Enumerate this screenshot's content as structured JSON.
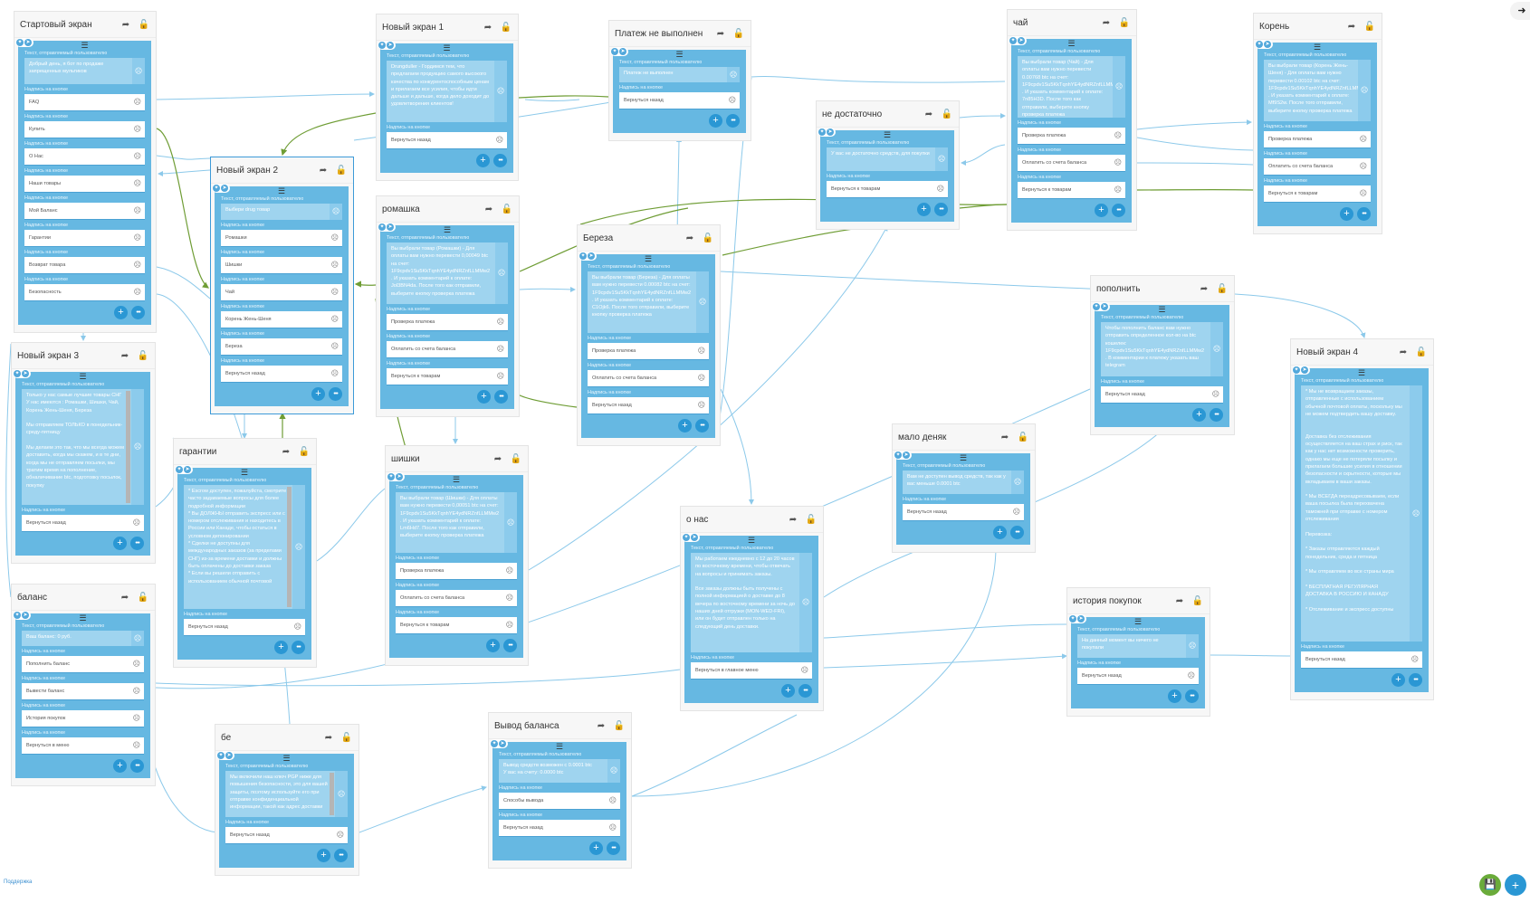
{
  "labels": {
    "text_label": "Текст, отправляемый пользователю",
    "button_label": "Надпись на кнопке"
  },
  "footer": {
    "support_link": "Поддержка"
  },
  "colors": {
    "card_body": "#66b8e2",
    "accent": "#2a97d4",
    "save": "#6aab3a",
    "link_blue": "#8cc9ea",
    "link_green": "#6f9d35"
  },
  "cards": [
    {
      "title": "Стартовый экран",
      "text": "Добрый день, я бот по продаже запрещенных мультиков",
      "buttons": [
        "FAQ",
        "Купить",
        "О Нас",
        "Наши товары",
        "Мой Баланс",
        "Гарантии",
        "Возврат товара",
        "Безопасность"
      ]
    },
    {
      "title": "Новый экран 1",
      "text": "Drungduller - Гордимся тем, что предлагаем продукцию самого высокого качества по конкурентоспособным ценам и прилагаем все усилия, чтобы идти дальше и дальше, когда дело доходит до удовлетворения клиентов!",
      "buttons": [
        "Вернуться назад"
      ]
    },
    {
      "title": "Платеж не выполнен",
      "text": "Платеж не выполнен",
      "buttons": [
        "Вернуться назад"
      ]
    },
    {
      "title": "Новый экран 2",
      "text": "Выбери drug товар",
      "buttons": [
        "Ромашки",
        "Шишки",
        "Чай",
        "Корень Жень-Шеня",
        "Береза",
        "Вернуться назад"
      ]
    },
    {
      "title": "ромашка",
      "text": "Вы выбрали товар (Ромашки) - Для оплаты вам нужно перевести 0,00049 btc на счет: 1F9cpdv1Su5KkTqnhYE4ydNRZnfLLMMw2 . И указать комментарий к оплате: Jol3BN4da. После того как отправили, выберите кнопку проверка платежа",
      "buttons": [
        "Проверка платежа",
        "Оплатить со счета баланса",
        "Вернуться к товарам"
      ]
    },
    {
      "title": "Береза",
      "text": "Вы выбрали товар (Береза) - Для оплаты вам нужно перевести 0.00082 btc на счет: 1F9cpdv1Su5KkTqnhYE4ydNRZnfLLMMw2 . И указать комментарий к оплате: C1Ojk6. После того отправили, выберите кнопку проверка платежа",
      "buttons": [
        "Проверка платежа",
        "Оплатить со счета баланса",
        "Вернуться назад"
      ]
    },
    {
      "title": "не достаточно",
      "text": "У вас не достаточно средств, для покупки",
      "buttons": [
        "Вернуться к товарам"
      ]
    },
    {
      "title": "чай",
      "text": "Вы выбрали товар (Чай) - Для оплаты вам нужно перевести 0.00768 btc на счет: 1F9cpdv1Su5KkTqnhYE4ydNRZnfLLMMw2 . И указать комментарий к оплате: 7n85H3D. После того как отправили, выберите кнопку проверка платежа",
      "buttons": [
        "Проверка платежа",
        "Оплатить со счета баланса",
        "Вернуться к товарам"
      ]
    },
    {
      "title": "Корень",
      "text": "Вы выбрали товар (Корень Жень-Шеня) - Для оплаты вам нужно перевести 0.00102 btc на счет: 1F9cpdv1Su5KkTqnhYE4ydNRZnfLLMMw2 . И указать комментарий к оплате: Mf9S2w. После того отправили, выберите кнопку проверка платежа",
      "buttons": [
        "Проверка платежа",
        "Оплатить со счета баланса",
        "Вернуться к товарам"
      ]
    },
    {
      "title": "пополнить",
      "text": "Чтобы пополнить баланс вам нужно отправить определенное кол-во на btc кошелек: 1F9cpdv1Su5KkTqnhYE4ydNRZnfLLMMw2 . В комментарии к платежу указать ваш telegram",
      "buttons": [
        "Вернуться назад"
      ]
    },
    {
      "title": "Новый экран 4",
      "text": "* Мы не возвращаем заказы, отправленные с использованием обычной почтовой оплаты, поскольку мы не можем подтвердить вашу доставку.\n\n\nДоставка без отслеживания осуществляется на ваш страх и риск, так как у нас нет возможности проверить, однако мы еще не потеряли посылку и прилагаем большие усилия в отношении безопасности и скрытности, которые мы вкладываем в ваши заказы.\n\n* Мы ВСЕГДА переадресовываем, если ваша посылка была перехвачена таможней при отправке с номером отслеживания\n\nПеревозка:\n\n* Заказы отправляются каждый понедельник, среда и пятница\n\n* Мы отправляем во все страны мира\n\n* БЕСПЛАТНАЯ РЕГУЛЯРНАЯ ДОСТАВКА В РОССИЮ И КАНАДУ\n\n* Отслеживание и экспресс доступны",
      "buttons": [
        "Вернуться назад"
      ]
    },
    {
      "title": "Новый экран 3",
      "text": "Только у нас самые лучшие товары СНГ\nУ нас имеются : Ромашки, Шишки, Чай, Корень Жень-Шеня, Береза\n\nМы отправляем ТОЛЬКО в понедельник-среду-пятницу\n\nМы делаем это так, что мы всегда можем доставить, когда мы скажем, и в те дни, когда мы не отправляем посылки, мы тратим время на пополнение, обналичивание btc, подготовку посылок, покупку",
      "buttons": [
        "Вернуться назад"
      ]
    },
    {
      "title": "гарантии",
      "text": "* Escrow доступен, пожалуйста, смотрите часто задаваемые вопросы для более подробной информации\n* Вы ДОЛЖНЫ отправить экспресс или с номером отслеживания и находитесь в России или Канаде, чтобы остаться в условном депонировании\n* Сделки не доступны для международных заказов (за пределами СНГ) из-за времени доставки и должны быть оплачены до доставки заказа\n* Если вы решили отправить с использованием обычной почтовой",
      "buttons": [
        "Вернуться назад"
      ]
    },
    {
      "title": "шишки",
      "text": "Вы выбрали товар (Шишки) - Для оплаты вам нужно перевести 0,00051 btc на счет: 1F9cpdv1Su5KkTqnhYE4ydNRZnfLLMMw2 . И указать комментарий к оплате: Lm6Hd7. После того как отправили, выберите кнопку проверка платежа",
      "buttons": [
        "Проверка платежа",
        "Оплатить со счета баланса",
        "Вернуться к товарам"
      ]
    },
    {
      "title": "мало деняк",
      "text": "Вам не доступен вывод средств, так как у вас меньше 0.0001 btc",
      "buttons": [
        "Вернуться назад"
      ]
    },
    {
      "title": "о нас",
      "text": "Мы работаем ежедневно с 12 до 20 часов по восточному времени, чтобы отвечать на вопросы и принимать заказы.\n\nВсе заказы должны быть получены с полной информацией о доставке до 8 вечера по восточному времени за ночь до наших дней отгрузки (MON-WED-FRI), или он будет отправлен только на следующий день доставки.",
      "buttons": [
        "Вернуться в главное меню"
      ]
    },
    {
      "title": "история покупок",
      "text": "На данный момент вы ничего не покупали",
      "buttons": [
        "Вернуться назад"
      ]
    },
    {
      "title": "баланс",
      "text": "Ваш баланс: 0 руб.",
      "buttons": [
        "Пополнить баланс",
        "Вывести баланс",
        "История покупок",
        "Вернуться в меню"
      ]
    },
    {
      "title": "бе",
      "text": "Мы включили наш ключ PGP ниже для повышения безопасности, это для вашей защиты, поэтому используйте его при отправке конфиденциальной информации, такой как адрес доставки",
      "buttons": [
        "Вернуться назад"
      ]
    },
    {
      "title": "Вывод баланса",
      "text": "Вывод средств возможен с 0.0001 btc\nУ вас на счету: 0.0000 btc",
      "buttons": [
        "Способы вывода",
        "Вернуться назад"
      ]
    }
  ]
}
